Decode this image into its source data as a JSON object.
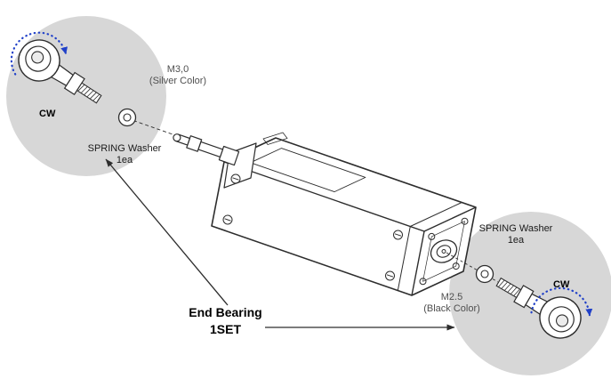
{
  "diagram": {
    "callout_top": {
      "cw": "CW",
      "thread_spec": "M3,0",
      "thread_color_note": "(Silver Color)",
      "washer_name": "SPRING Washer",
      "washer_qty": "1ea"
    },
    "callout_bottom": {
      "cw": "CW",
      "thread_spec": "M2.5",
      "thread_color_note": "(Black Color)",
      "washer_name": "SPRING Washer",
      "washer_qty": "1ea"
    },
    "part_label": {
      "name": "End Bearing",
      "qty": "1SET"
    },
    "colors": {
      "callout_circle_bg": "#d7d7d7",
      "line_art": "#2d2d2d",
      "rotation_arrow_blue": "#2040c8",
      "muted_label": "#4f4f4f"
    },
    "icons": {
      "cw_rotation": "dotted-clockwise-arrow",
      "leader": "arrowhead-leader-line"
    }
  }
}
